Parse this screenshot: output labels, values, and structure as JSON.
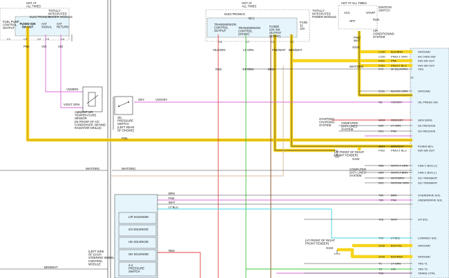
{
  "colors": {
    "highlight": "#f7d31c",
    "pink": "#d86bd6",
    "red": "#e04040",
    "green": "#3cc43c",
    "cyan": "#3cd6e6",
    "tan": "#d8b89a",
    "module_fill": "#e6f5fb"
  },
  "left_module": {
    "hot": "HOT AT\nALL TIMES",
    "title": "TOTALLY\nINTEGRATED\nPOWER MODULE",
    "section": "ELECTRONICS",
    "fused_ign": "FUSED IGN\nSW OUT",
    "fuel_pump": "FUEL PUMP\nCONTROL\nOUTPUT",
    "aat_signal": "AAT\nSIGNAL",
    "aat_return": "AAT\nRETURN",
    "pins": [
      "C1",
      "C3",
      "C2",
      "C3",
      "C4"
    ],
    "wires": [
      "PNK",
      "VIO",
      "VIO",
      "VIO",
      "VIO"
    ]
  },
  "middle_module": {
    "hot": "HOT AT\nALL TIMES",
    "title": "TOTALLY\nINTEGRATED\nPOWER MODULE",
    "section": "ELECTRONICS",
    "bplus": "B(+)",
    "tcs_out": "TRANSMISSION\nCONTROL\nOUTPUT",
    "tcs_start": "TRANSMISSION\nCONTROL\n(START)",
    "fused_ign_out": "FUSED\nIGN SW\nOUTPUT\n(START)",
    "fuse": "FUSE\n32\n10A",
    "pins": [
      "C8",
      "C7",
      "C2",
      "C3"
    ],
    "wires": [
      "YEL/ORG",
      "LT GRN",
      "PNK/WHT",
      "BRN/WHT"
    ]
  },
  "ignition_switch": {
    "hot": "HOT AT ALL TIMES",
    "title": "IGNITION\nSWITCH",
    "acc": "ACC",
    "off": "OFF",
    "start": "START",
    "run": "RUN",
    "ac_ctrl": "AIR\nCONDITIONING\nSYSTEM",
    "wires": [
      "PNK/\nWHT",
      "S318"
    ]
  },
  "sensor": {
    "label": "AMBIENT AIR\nTEMPERATURE\nSENSOR\n(IN FRONT OF A/C\nCONDENSER, BEHIND\nRADIATOR GRILLE)",
    "wire1": "VIO/BRN",
    "wire2": "VIO/LT GRN"
  },
  "oil_switch": {
    "label": "OIL\nPRESSURE\nSWITCH\n(LEFT REAR\nOF ENGINE)",
    "wire": "GRY",
    "wire2": "VIO/GRY"
  },
  "vertical_wires": [
    "RED",
    "LT GRN",
    "BRN",
    "WHT/ORG"
  ],
  "connectors": [
    {
      "pin": "C100",
      "color": "BLK/BRN",
      "num": "",
      "func": "GROUND"
    },
    {
      "pin": "C100",
      "color": "PNK/LT GRN",
      "num": "",
      "func": "A/C HIGH SID"
    },
    {
      "pin": "F201",
      "color": "PNK",
      "num": "",
      "func": "IGN SW OUT"
    },
    {
      "pin": "F201",
      "color": "PNK/LT BLU",
      "num": "",
      "func": "IGN SW OUT"
    },
    {
      "pin": "K79",
      "color": "2K BLU/ORG",
      "num": "",
      "func": "VSS"
    },
    {
      "pin": "",
      "color": "",
      "num": "13",
      "func": ""
    },
    {
      "pin": "Z131",
      "color": "BLK/DK GRN",
      "num": "",
      "func": "GROUND"
    },
    {
      "pin": "G6",
      "color": "VIO/GRY",
      "num": "",
      "func": "OIL PRESS SIG"
    },
    {
      "pin": "A204",
      "color": "RED/GRY",
      "num": "",
      "func": "GEN SENS"
    },
    {
      "pin": "D20",
      "color": "LT GRN",
      "num": "",
      "func": "SCI RECEIVE"
    },
    {
      "pin": "D21",
      "color": "PNK",
      "num": "",
      "func": "SCI RECEIVE"
    },
    {
      "pin": "A601",
      "color": "BRN/WHT",
      "num": "",
      "func": "FUSED B(+)"
    },
    {
      "pin": "F902",
      "color": "PNK/LT BLU",
      "num": "",
      "func": "IGN SW OUT"
    },
    {
      "pin": "D65",
      "color": "WHT/LT GRN",
      "num": "",
      "func": "CAN C BUS (+)"
    },
    {
      "pin": "D64",
      "color": "WHT/LT BRN",
      "num": "",
      "func": "CAN C BUS (-)"
    },
    {
      "pin": "D20",
      "color": "WHT/BRN",
      "num": "",
      "func": "SCI TRANSMIT"
    },
    {
      "pin": "D21",
      "color": "WHT/DK GRN",
      "num": "",
      "func": "SCI TRANSMIT"
    },
    {
      "pin": "T50",
      "color": "BRN",
      "num": "",
      "func": "OVERDRIVE SOL"
    },
    {
      "pin": "T60",
      "color": "PNK",
      "num": "",
      "func": "UNDERDRIVE SOL"
    },
    {
      "pin": "T16",
      "color": "WHT",
      "num": "",
      "func": "2/4 SOL"
    },
    {
      "pin": "T10",
      "color": "LT BLU",
      "num": "",
      "func": "LOW/REV SOL"
    },
    {
      "pin": "Z102",
      "color": "BLK/YEL",
      "num": "",
      "func": "GROUND"
    },
    {
      "pin": "Z102",
      "color": "BLK/RED",
      "num": "",
      "func": "GROUND"
    },
    {
      "pin": "T1",
      "color": "LT GRN",
      "num": "",
      "func": "TRS T1"
    },
    {
      "pin": "T3",
      "color": "VIO",
      "num": "",
      "func": "TRS T3"
    },
    {
      "pin": "T13",
      "color": "",
      "num": "",
      "func": "TRANS CTRL"
    }
  ],
  "notes": {
    "starting": "STARTING/\nCHARGING\nSYSTEM",
    "computer1": "COMPUTER\nDATA LINES\nSYSTEM",
    "computer2": "COMPUTER\nDATA LINES\nSYSTEM",
    "front_fender1": "(AT FRONT OF RIGHT\nFRONT FENDER)",
    "front_fender2": "(AT FRONT OF RIGHT\nFRONT FENDER)",
    "ground_label1": "G104",
    "ground_label2": "G104",
    "pnk": "PNK",
    "wht_org": "WHT/ORG",
    "wht_org2": "WHT/ORG",
    "brn_wht": "BRN/WHT",
    "left_side": "(LEFT SIDE\nOF DASH\nSTEERING WHEEL\nCONTROL\nMODULE"
  },
  "solenoids": [
    "L/R SOLENOID",
    "2/4 SOLENOID",
    "UD SOLENOID",
    "OD SOLENOID",
    "2-4\nPRESSURE\nSWITCH"
  ],
  "solenoid_wires": [
    "BRN",
    "PNK",
    "WHT",
    "LT BLU",
    "RED"
  ]
}
